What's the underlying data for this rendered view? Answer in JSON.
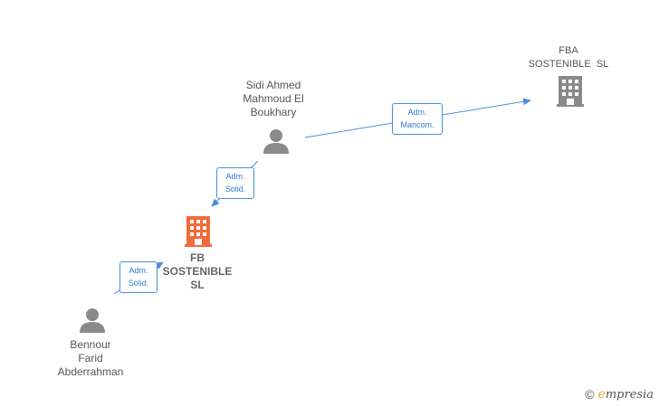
{
  "nodes": {
    "sidi": {
      "lines": [
        "Sidi Ahmed",
        "Mahmoud El",
        "Boukhary"
      ]
    },
    "fba": {
      "lines": [
        "FBA",
        "SOSTENIBLE  SL"
      ]
    },
    "fb": {
      "lines": [
        "FB",
        "SOSTENIBLE",
        "SL"
      ]
    },
    "bennour": {
      "lines": [
        "Bennour",
        "Farid",
        "Abderrahman"
      ]
    }
  },
  "edges": {
    "sidi_to_fba": {
      "lines": [
        "Adm.",
        "Mancom."
      ]
    },
    "sidi_to_fb": {
      "lines": [
        "Adm.",
        "Solid."
      ]
    },
    "bennour_to_fb": {
      "lines": [
        "Adm.",
        "Solid."
      ]
    }
  },
  "brand": {
    "copyright": "©",
    "e": "e",
    "rest": "mpresia"
  },
  "colors": {
    "person": "#8a8a8a",
    "company_main": "#f26b3a",
    "company_other": "#8a8a8a",
    "edge": "#4a90d9"
  }
}
